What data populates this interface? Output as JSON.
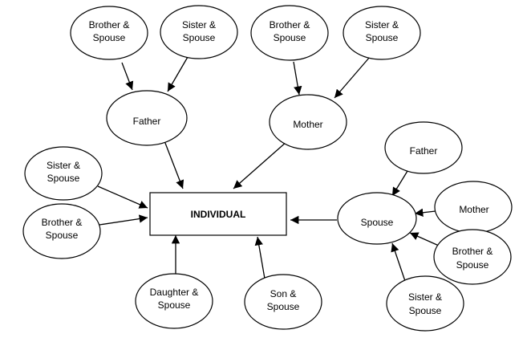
{
  "diagram": {
    "nodes": {
      "individual": {
        "lines": [
          "INDIVIDUAL"
        ]
      },
      "father": {
        "lines": [
          "Father"
        ]
      },
      "mother": {
        "lines": [
          "Mother"
        ]
      },
      "father_brother": {
        "lines": [
          "Brother &",
          "Spouse"
        ]
      },
      "father_sister": {
        "lines": [
          "Sister &",
          "Spouse"
        ]
      },
      "mother_brother": {
        "lines": [
          "Brother &",
          "Spouse"
        ]
      },
      "mother_sister": {
        "lines": [
          "Sister &",
          "Spouse"
        ]
      },
      "sibling_sister": {
        "lines": [
          "Sister &",
          "Spouse"
        ]
      },
      "sibling_brother": {
        "lines": [
          "Brother &",
          "Spouse"
        ]
      },
      "daughter": {
        "lines": [
          "Daughter &",
          "Spouse"
        ]
      },
      "son": {
        "lines": [
          "Son &",
          "Spouse"
        ]
      },
      "spouse": {
        "lines": [
          "Spouse"
        ]
      },
      "spouse_father": {
        "lines": [
          "Father"
        ]
      },
      "spouse_mother": {
        "lines": [
          "Mother"
        ]
      },
      "spouse_brother": {
        "lines": [
          "Brother &",
          "Spouse"
        ]
      },
      "spouse_sister": {
        "lines": [
          "Sister &",
          "Spouse"
        ]
      }
    },
    "edges": [
      {
        "from": "father_brother",
        "to": "father"
      },
      {
        "from": "father_sister",
        "to": "father"
      },
      {
        "from": "mother_brother",
        "to": "mother"
      },
      {
        "from": "mother_sister",
        "to": "mother"
      },
      {
        "from": "father",
        "to": "individual"
      },
      {
        "from": "mother",
        "to": "individual"
      },
      {
        "from": "sibling_sister",
        "to": "individual"
      },
      {
        "from": "sibling_brother",
        "to": "individual"
      },
      {
        "from": "daughter",
        "to": "individual"
      },
      {
        "from": "son",
        "to": "individual"
      },
      {
        "from": "spouse",
        "to": "individual"
      },
      {
        "from": "spouse_father",
        "to": "spouse"
      },
      {
        "from": "spouse_mother",
        "to": "spouse"
      },
      {
        "from": "spouse_brother",
        "to": "spouse"
      },
      {
        "from": "spouse_sister",
        "to": "spouse"
      }
    ]
  }
}
